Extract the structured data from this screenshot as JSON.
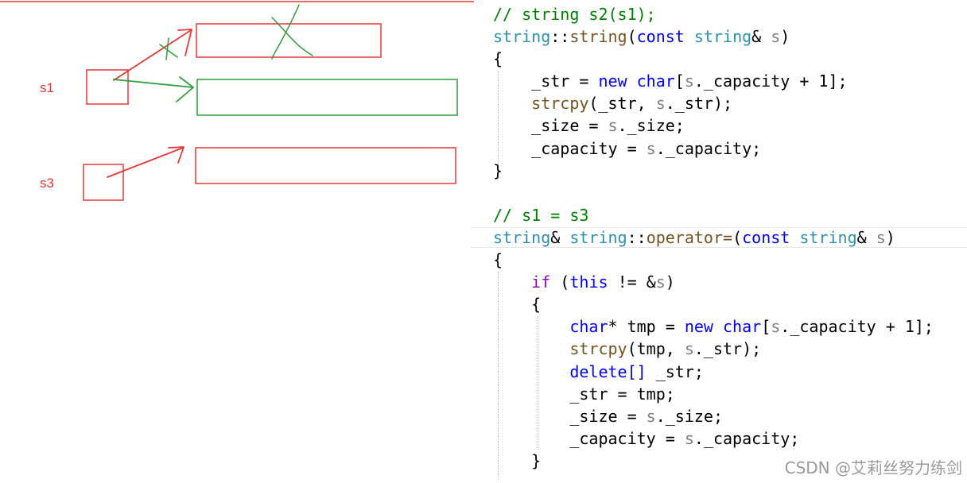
{
  "diagram": {
    "labels": {
      "s1": "s1",
      "s3": "s3"
    },
    "colors": {
      "red": "#e53935",
      "green": "#2e9e3a"
    }
  },
  "code": {
    "lines": [
      {
        "hl": false,
        "tokens": [
          {
            "t": "// string s2(s1);",
            "c": "cm"
          }
        ]
      },
      {
        "hl": false,
        "tokens": [
          {
            "t": "string",
            "c": "ty"
          },
          {
            "t": "::",
            "c": ""
          },
          {
            "t": "string",
            "c": "fn"
          },
          {
            "t": "(",
            "c": ""
          },
          {
            "t": "const",
            "c": "kw"
          },
          {
            "t": " ",
            "c": ""
          },
          {
            "t": "string",
            "c": "ty"
          },
          {
            "t": "& ",
            "c": ""
          },
          {
            "t": "s",
            "c": "pm"
          },
          {
            "t": ")",
            "c": ""
          }
        ]
      },
      {
        "hl": false,
        "tokens": [
          {
            "t": "{",
            "c": ""
          }
        ]
      },
      {
        "hl": false,
        "tokens": [
          {
            "t": "    _str = ",
            "c": ""
          },
          {
            "t": "new",
            "c": "kw"
          },
          {
            "t": " ",
            "c": ""
          },
          {
            "t": "char",
            "c": "kw"
          },
          {
            "t": "[",
            "c": ""
          },
          {
            "t": "s",
            "c": "pm"
          },
          {
            "t": "._capacity + 1];",
            "c": ""
          }
        ]
      },
      {
        "hl": false,
        "tokens": [
          {
            "t": "    ",
            "c": ""
          },
          {
            "t": "strcpy",
            "c": "fn"
          },
          {
            "t": "(_str, ",
            "c": ""
          },
          {
            "t": "s",
            "c": "pm"
          },
          {
            "t": "._str);",
            "c": ""
          }
        ]
      },
      {
        "hl": false,
        "tokens": [
          {
            "t": "    _size = ",
            "c": ""
          },
          {
            "t": "s",
            "c": "pm"
          },
          {
            "t": "._size;",
            "c": ""
          }
        ]
      },
      {
        "hl": false,
        "tokens": [
          {
            "t": "    _capacity = ",
            "c": ""
          },
          {
            "t": "s",
            "c": "pm"
          },
          {
            "t": "._capacity;",
            "c": ""
          }
        ]
      },
      {
        "hl": false,
        "tokens": [
          {
            "t": "}",
            "c": ""
          }
        ]
      },
      {
        "hl": false,
        "tokens": []
      },
      {
        "hl": false,
        "tokens": [
          {
            "t": "// s1 = s3",
            "c": "cm"
          }
        ]
      },
      {
        "hl": true,
        "tokens": [
          {
            "t": "string",
            "c": "ty"
          },
          {
            "t": "& ",
            "c": ""
          },
          {
            "t": "string",
            "c": "ty"
          },
          {
            "t": "::",
            "c": ""
          },
          {
            "t": "operator=",
            "c": "fn"
          },
          {
            "t": "(",
            "c": ""
          },
          {
            "t": "const",
            "c": "kw"
          },
          {
            "t": " ",
            "c": ""
          },
          {
            "t": "string",
            "c": "ty"
          },
          {
            "t": "& ",
            "c": ""
          },
          {
            "t": "s",
            "c": "pm"
          },
          {
            "t": ")",
            "c": ""
          }
        ]
      },
      {
        "hl": false,
        "tokens": [
          {
            "t": "{",
            "c": ""
          }
        ]
      },
      {
        "hl": false,
        "tokens": [
          {
            "t": "    ",
            "c": ""
          },
          {
            "t": "if",
            "c": "ct"
          },
          {
            "t": " (",
            "c": ""
          },
          {
            "t": "this",
            "c": "kw"
          },
          {
            "t": " != &",
            "c": ""
          },
          {
            "t": "s",
            "c": "pm"
          },
          {
            "t": ")",
            "c": ""
          }
        ]
      },
      {
        "hl": false,
        "tokens": [
          {
            "t": "    {",
            "c": ""
          }
        ]
      },
      {
        "hl": false,
        "tokens": [
          {
            "t": "        ",
            "c": ""
          },
          {
            "t": "char",
            "c": "kw"
          },
          {
            "t": "* ",
            "c": ""
          },
          {
            "t": "tmp",
            "c": ""
          },
          {
            "t": " = ",
            "c": ""
          },
          {
            "t": "new",
            "c": "kw"
          },
          {
            "t": " ",
            "c": ""
          },
          {
            "t": "char",
            "c": "kw"
          },
          {
            "t": "[",
            "c": ""
          },
          {
            "t": "s",
            "c": "pm"
          },
          {
            "t": "._capacity + 1];",
            "c": ""
          }
        ]
      },
      {
        "hl": false,
        "tokens": [
          {
            "t": "        ",
            "c": ""
          },
          {
            "t": "strcpy",
            "c": "fn"
          },
          {
            "t": "(",
            "c": ""
          },
          {
            "t": "tmp",
            "c": ""
          },
          {
            "t": ", ",
            "c": ""
          },
          {
            "t": "s",
            "c": "pm"
          },
          {
            "t": "._str);",
            "c": ""
          }
        ]
      },
      {
        "hl": false,
        "tokens": [
          {
            "t": "        ",
            "c": ""
          },
          {
            "t": "delete[]",
            "c": "kw"
          },
          {
            "t": " _str;",
            "c": ""
          }
        ]
      },
      {
        "hl": false,
        "tokens": [
          {
            "t": "        _str = ",
            "c": ""
          },
          {
            "t": "tmp",
            "c": ""
          },
          {
            "t": ";",
            "c": ""
          }
        ]
      },
      {
        "hl": false,
        "tokens": [
          {
            "t": "        _size = ",
            "c": ""
          },
          {
            "t": "s",
            "c": "pm"
          },
          {
            "t": "._size;",
            "c": ""
          }
        ]
      },
      {
        "hl": false,
        "tokens": [
          {
            "t": "        _capacity = ",
            "c": ""
          },
          {
            "t": "s",
            "c": "pm"
          },
          {
            "t": "._capacity;",
            "c": ""
          }
        ]
      },
      {
        "hl": false,
        "tokens": [
          {
            "t": "    }",
            "c": ""
          }
        ]
      }
    ]
  },
  "watermark": "CSDN @艾莉丝努力练剑"
}
